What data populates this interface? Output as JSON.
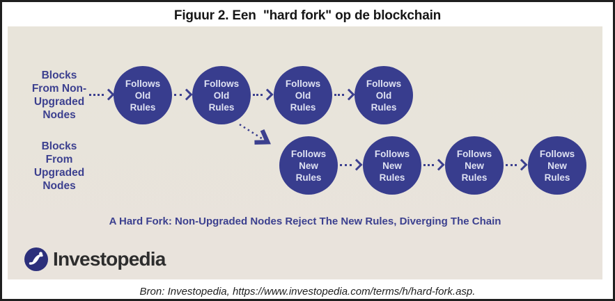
{
  "title": "Figuur 2. Een  \"hard fork\" op de blockchain",
  "diagram": {
    "rows": [
      {
        "label": "Blocks\nFrom Non-\nUpgraded\nNodes",
        "nodes": [
          "Follows\nOld\nRules",
          "Follows\nOld\nRules",
          "Follows\nOld\nRules",
          "Follows\nOld\nRules"
        ]
      },
      {
        "label": "Blocks\nFrom\nUpgraded\nNodes",
        "nodes": [
          "Follows\nNew\nRules",
          "Follows\nNew\nRules",
          "Follows\nNew\nRules",
          "Follows\nNew\nRules"
        ]
      }
    ],
    "caption": "A Hard Fork: Non-Upgraded Nodes Reject The New Rules, Diverging The Chain"
  },
  "logo": {
    "text": "Investopedia"
  },
  "source_note": "Bron: Investopedia, https://www.investopedia.com/terms/h/hard-fork.asp.",
  "colors": {
    "frame-border": "#1f1f1f",
    "panel-bg": "#e8e4da",
    "node-fill": "#383d8e",
    "node-text": "#dfe2f2",
    "navy-text": "#3c408f",
    "logo-icon-fill": "#2c2f7b",
    "logo-icon-glyph": "#ffffff",
    "logo-text": "#2d2d2d",
    "source-text": "#222222"
  }
}
